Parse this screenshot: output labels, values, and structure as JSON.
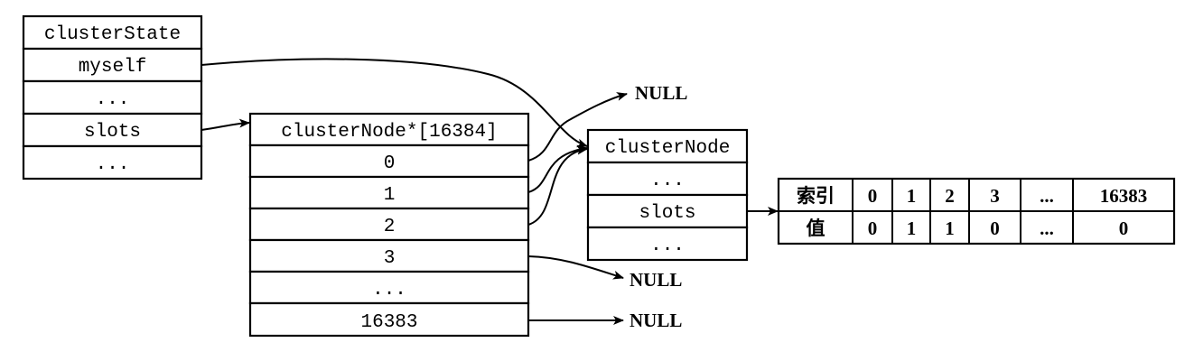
{
  "cluster_state": {
    "title": "clusterState",
    "fields": [
      "myself",
      "...",
      "slots",
      "..."
    ]
  },
  "slots_array": {
    "title": "clusterNode*[16384]",
    "items": [
      "0",
      "1",
      "2",
      "3",
      "...",
      "16383"
    ]
  },
  "cluster_node": {
    "title": "clusterNode",
    "fields": [
      "...",
      "slots",
      "..."
    ]
  },
  "null_labels": {
    "top": "NULL",
    "slot3": "NULL",
    "slot16383": "NULL"
  },
  "bitmap_table": {
    "row_index_label": "索引",
    "row_value_label": "值",
    "indexes": [
      "0",
      "1",
      "2",
      "3",
      "...",
      "16383"
    ],
    "values": [
      "0",
      "1",
      "1",
      "0",
      "...",
      "0"
    ]
  }
}
